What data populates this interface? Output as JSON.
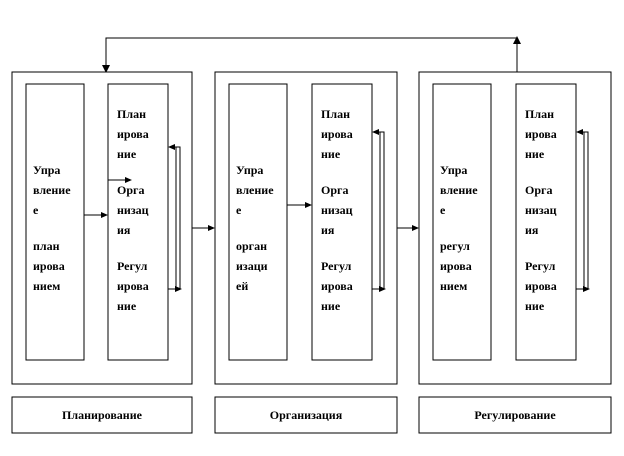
{
  "stages": [
    {
      "caption": "Планирование",
      "management_lines": [
        "Упра",
        "вление",
        "е",
        "",
        "план",
        "ирова",
        "нием"
      ],
      "functions": [
        [
          "План",
          "ирова",
          "ние"
        ],
        [
          "Орга",
          "низац",
          "ия"
        ],
        [
          "Регул",
          "ирова",
          "ние"
        ]
      ]
    },
    {
      "caption": "Организация",
      "management_lines": [
        "Упра",
        "вление",
        "е",
        "",
        "орган",
        "изаци",
        "ей"
      ],
      "functions": [
        [
          "План",
          "ирова",
          "ние"
        ],
        [
          "Орга",
          "низац",
          "ия"
        ],
        [
          "Регул",
          "ирова",
          "ние"
        ]
      ]
    },
    {
      "caption": "Регулирование",
      "management_lines": [
        "Упра",
        "вление",
        "е",
        "",
        "регул",
        "ирова",
        "нием"
      ],
      "functions": [
        [
          "План",
          "ирова",
          "ние"
        ],
        [
          "Орга",
          "низац",
          "ия"
        ],
        [
          "Регул",
          "ирова",
          "ние"
        ]
      ]
    }
  ]
}
